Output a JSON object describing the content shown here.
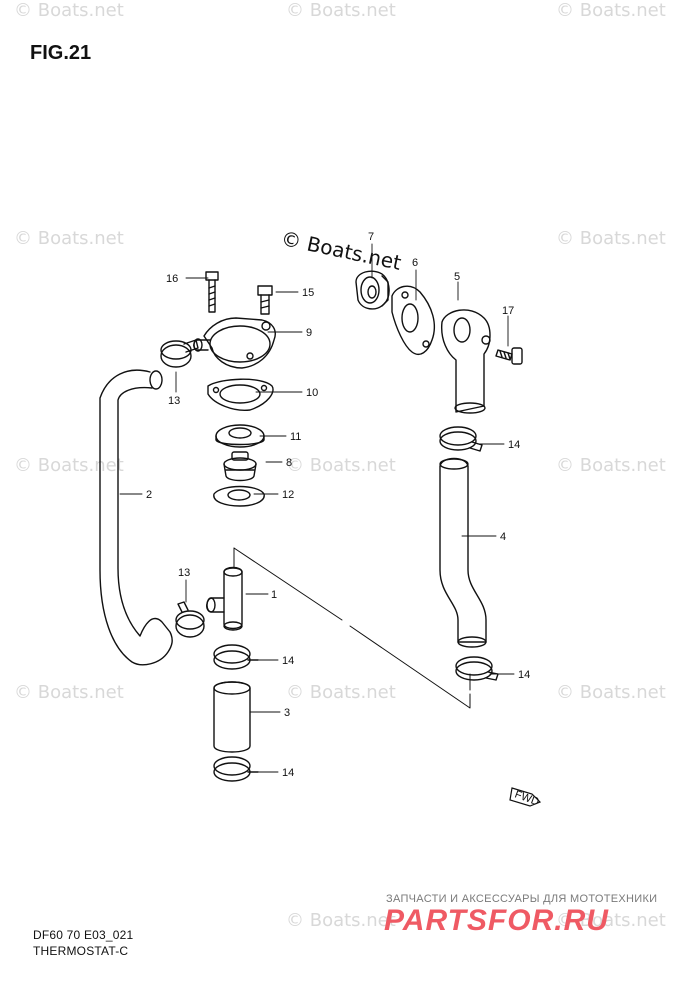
{
  "figure": {
    "title": "FIG.21",
    "code": "DF60 70 E03_021",
    "subtitle": "THERMOSTAT-C"
  },
  "watermark": {
    "text": "© Boats.net",
    "color": "#c8c8c8"
  },
  "brand": {
    "tagline": "ЗАПЧАСТИ И АКСЕССУАРЫ ДЛЯ МОТОТЕХНИКИ",
    "logo": "PARTSFOR.RU",
    "color": "#ef5a64"
  },
  "parts": {
    "p1": "1",
    "p2": "2",
    "p3": "3",
    "p4": "4",
    "p5": "5",
    "p6": "6",
    "p7": "7",
    "p8": "8",
    "p9": "9",
    "p10": "10",
    "p11": "11",
    "p12": "12",
    "p13a": "13",
    "p13b": "13",
    "p14a": "14",
    "p14b": "14",
    "p14c": "14",
    "p14d": "14",
    "p15": "15",
    "p16": "16",
    "p17": "17"
  },
  "fwd_label": "FWD",
  "line_color": "#111111"
}
